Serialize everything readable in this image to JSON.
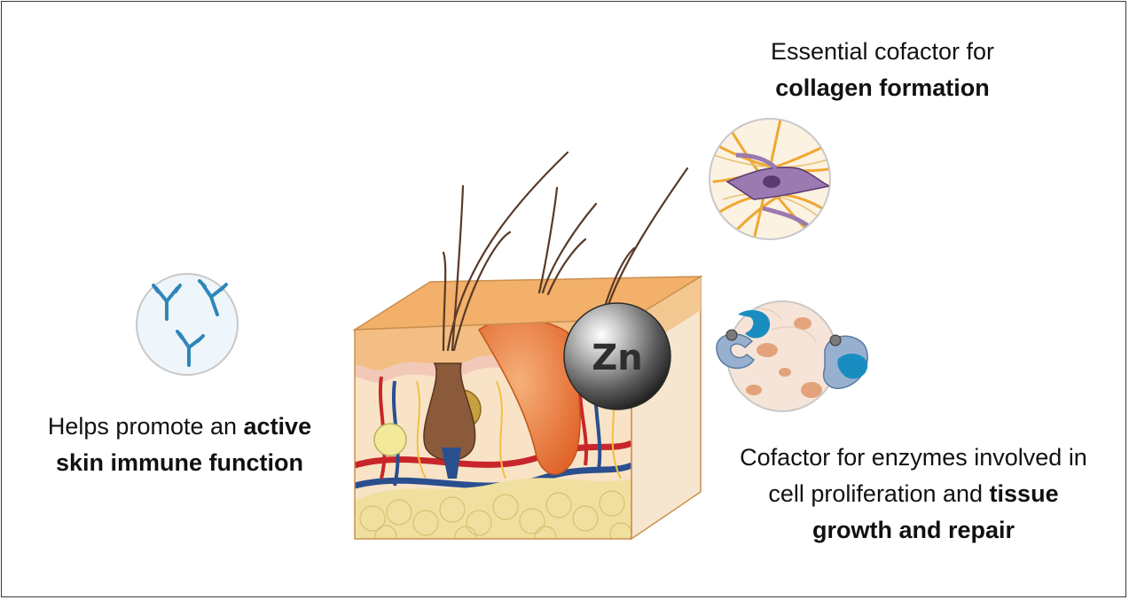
{
  "captions": {
    "collagen": {
      "plain": "Essential cofactor for",
      "bold": "collagen formation"
    },
    "immune": {
      "plain": "Helps promote an ",
      "bold_1": "active",
      "bold_2": "skin immune function"
    },
    "enzymes": {
      "line_1": "Cofactor for enzymes involved in",
      "line_2_plain": "cell proliferation and ",
      "line_2_bold": "tissue",
      "line_3_bold": "growth and repair"
    }
  },
  "zinc_label": "Zn",
  "colors": {
    "skin_top": "#f2b06b",
    "skin_front": "#f6dcc0",
    "fat": "#f0e0a0",
    "gland": "#e87a3a",
    "antibody": "#2f86b8",
    "enzyme_blue": "#1a8dc0",
    "collagen_fiber": "#f0a830",
    "sphere": "#6a6a6a"
  }
}
